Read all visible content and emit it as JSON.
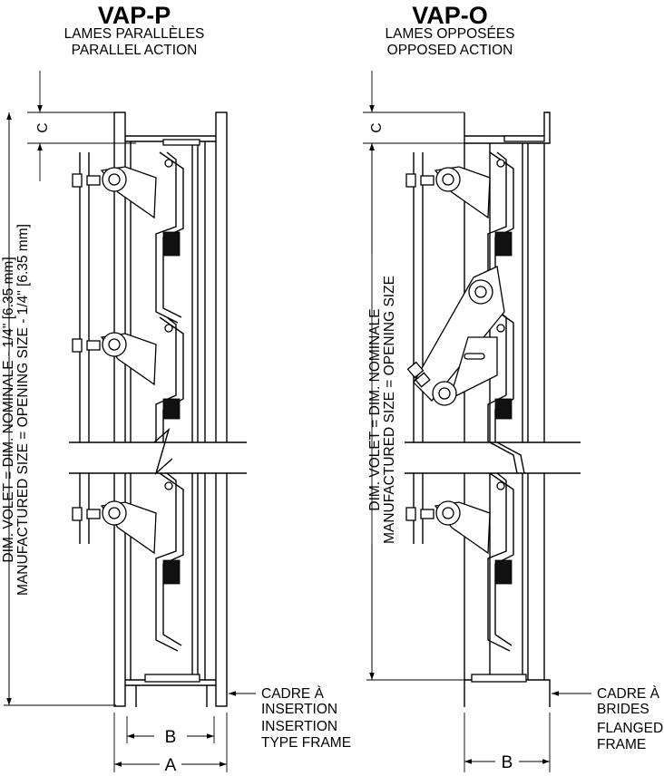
{
  "left": {
    "title": "VAP-P",
    "subtitle_fr": "LAMES PARALLÈLES",
    "subtitle_en": "PARALLEL ACTION",
    "dim_fr": "DIM. VOLET = DIM. NOMINALE - 1/4\" [6.35 mm]",
    "dim_en": "MANUFACTURED SIZE = OPENING SIZE - 1/4\" [6.35 mm]",
    "frame_fr_1": "CADRE À",
    "frame_fr_2": "INSERTION",
    "frame_en_1": "INSERTION",
    "frame_en_2": "TYPE FRAME",
    "dim_c": "C",
    "dim_b": "B",
    "dim_a": "A"
  },
  "right": {
    "title": "VAP-O",
    "subtitle_fr": "LAMES OPPOSÉES",
    "subtitle_en": "OPPOSED ACTION",
    "dim_fr": "DIM. VOLET = DIM. NOMINALE",
    "dim_en": "MANUFACTURED SIZE = OPENING SIZE",
    "frame_fr_1": "CADRE À",
    "frame_fr_2": "BRIDES",
    "frame_en_1": "FLANGED",
    "frame_en_2": "FRAME",
    "dim_c": "C",
    "dim_b": "B"
  }
}
